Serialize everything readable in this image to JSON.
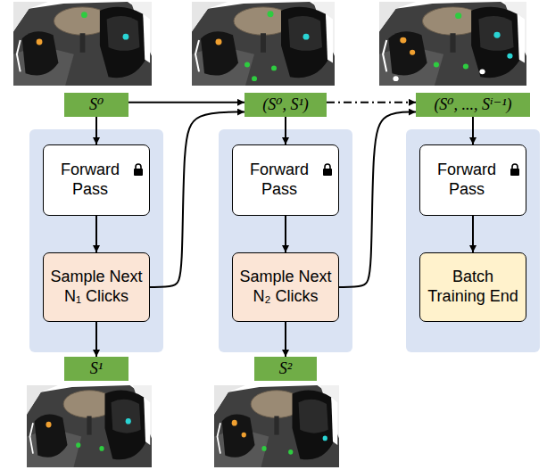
{
  "diagram": {
    "nodes": [
      {
        "text": [
          "S⁰"
        ]
      },
      {
        "text": [
          "(S⁰, S¹)"
        ]
      },
      {
        "text": [
          "(S⁰, ..., Sⁱ⁻¹)"
        ]
      },
      {
        "text": [
          "Forward Pass"
        ]
      },
      {
        "text": [
          "Forward Pass"
        ]
      },
      {
        "text": [
          "Forward Pass"
        ]
      },
      {
        "text": [
          "Sample Next N₁ Clicks"
        ]
      },
      {
        "text": [
          "Sample Next N₂ Clicks"
        ]
      },
      {
        "text": [
          "Batch Training End"
        ]
      },
      {
        "text": [
          "S¹"
        ]
      },
      {
        "text": [
          "S²"
        ]
      }
    ],
    "edges": [
      {
        "from": 0,
        "to": 3,
        "arrow": "to"
      },
      {
        "from": 3,
        "to": 6,
        "arrow": "to"
      },
      {
        "from": 6,
        "to": 9,
        "arrow": "to"
      },
      {
        "from": 0,
        "to": 1,
        "arrow": "to"
      },
      {
        "from": 6,
        "to": 1,
        "arrow": "to"
      },
      {
        "from": 1,
        "to": 4,
        "arrow": "to"
      },
      {
        "from": 4,
        "to": 7,
        "arrow": "to"
      },
      {
        "from": 7,
        "to": 10,
        "arrow": "to"
      },
      {
        "from": 1,
        "to": 2,
        "arrow": "to"
      },
      {
        "from": 7,
        "to": 2,
        "arrow": "to"
      },
      {
        "from": 2,
        "to": 5,
        "arrow": "to"
      },
      {
        "from": 5,
        "to": 8,
        "arrow": "to"
      }
    ]
  }
}
